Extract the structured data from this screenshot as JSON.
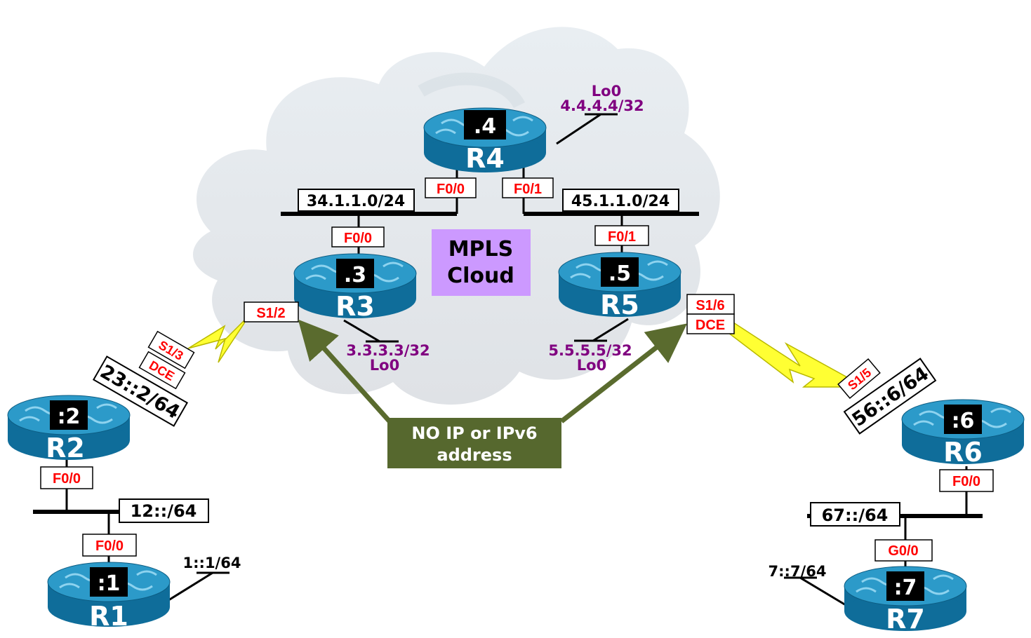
{
  "cloud": {
    "label_line1": "MPLS",
    "label_line2": "Cloud",
    "label_bg": "#cc99ff"
  },
  "callout": {
    "line1": "NO IP or IPv6",
    "line2": "address",
    "bg": "#56682e"
  },
  "colors": {
    "iface": "#ff0000",
    "loopback": "#800080",
    "serial": "#ffff33",
    "arrow": "#5a6b2e",
    "router_top": "#2c9ac9",
    "router_side": "#0f6d9a"
  },
  "routers": {
    "r1": {
      "name": "R1",
      "id": ":1"
    },
    "r2": {
      "name": "R2",
      "id": ":2"
    },
    "r3": {
      "name": "R3",
      "id": ".3"
    },
    "r4": {
      "name": "R4",
      "id": ".4"
    },
    "r5": {
      "name": "R5",
      "id": ".5"
    },
    "r6": {
      "name": "R6",
      "id": ":6"
    },
    "r7": {
      "name": "R7",
      "id": ":7"
    }
  },
  "subnets": {
    "net34": "34.1.1.0/24",
    "net45": "45.1.1.0/24",
    "net12": "12::/64",
    "net67": "67::/64",
    "net23": "23::2/64",
    "net56": "56::6/64"
  },
  "loopbacks": {
    "r4_name": "Lo0",
    "r4_addr": "4.4.4.4/32",
    "r3_addr": "3.3.3.3/32",
    "r3_name": "Lo0",
    "r5_addr": "5.5.5.5/32",
    "r5_name": "Lo0",
    "r1_addr": "1::1/64",
    "r7_addr": "7::7/64"
  },
  "interfaces": {
    "r4_f00": "F0/0",
    "r4_f01": "F0/1",
    "r3_f00": "F0/0",
    "r3_s12": "S1/2",
    "r5_f01": "F0/1",
    "r5_s16": "S1/6",
    "r5_dce": "DCE",
    "r2_s13": "S1/3",
    "r2_dce": "DCE",
    "r2_f00": "F0/0",
    "r1_f00": "F0/0",
    "r6_s15": "S1/5",
    "r6_f00": "F0/0",
    "r7_g00": "G0/0"
  }
}
